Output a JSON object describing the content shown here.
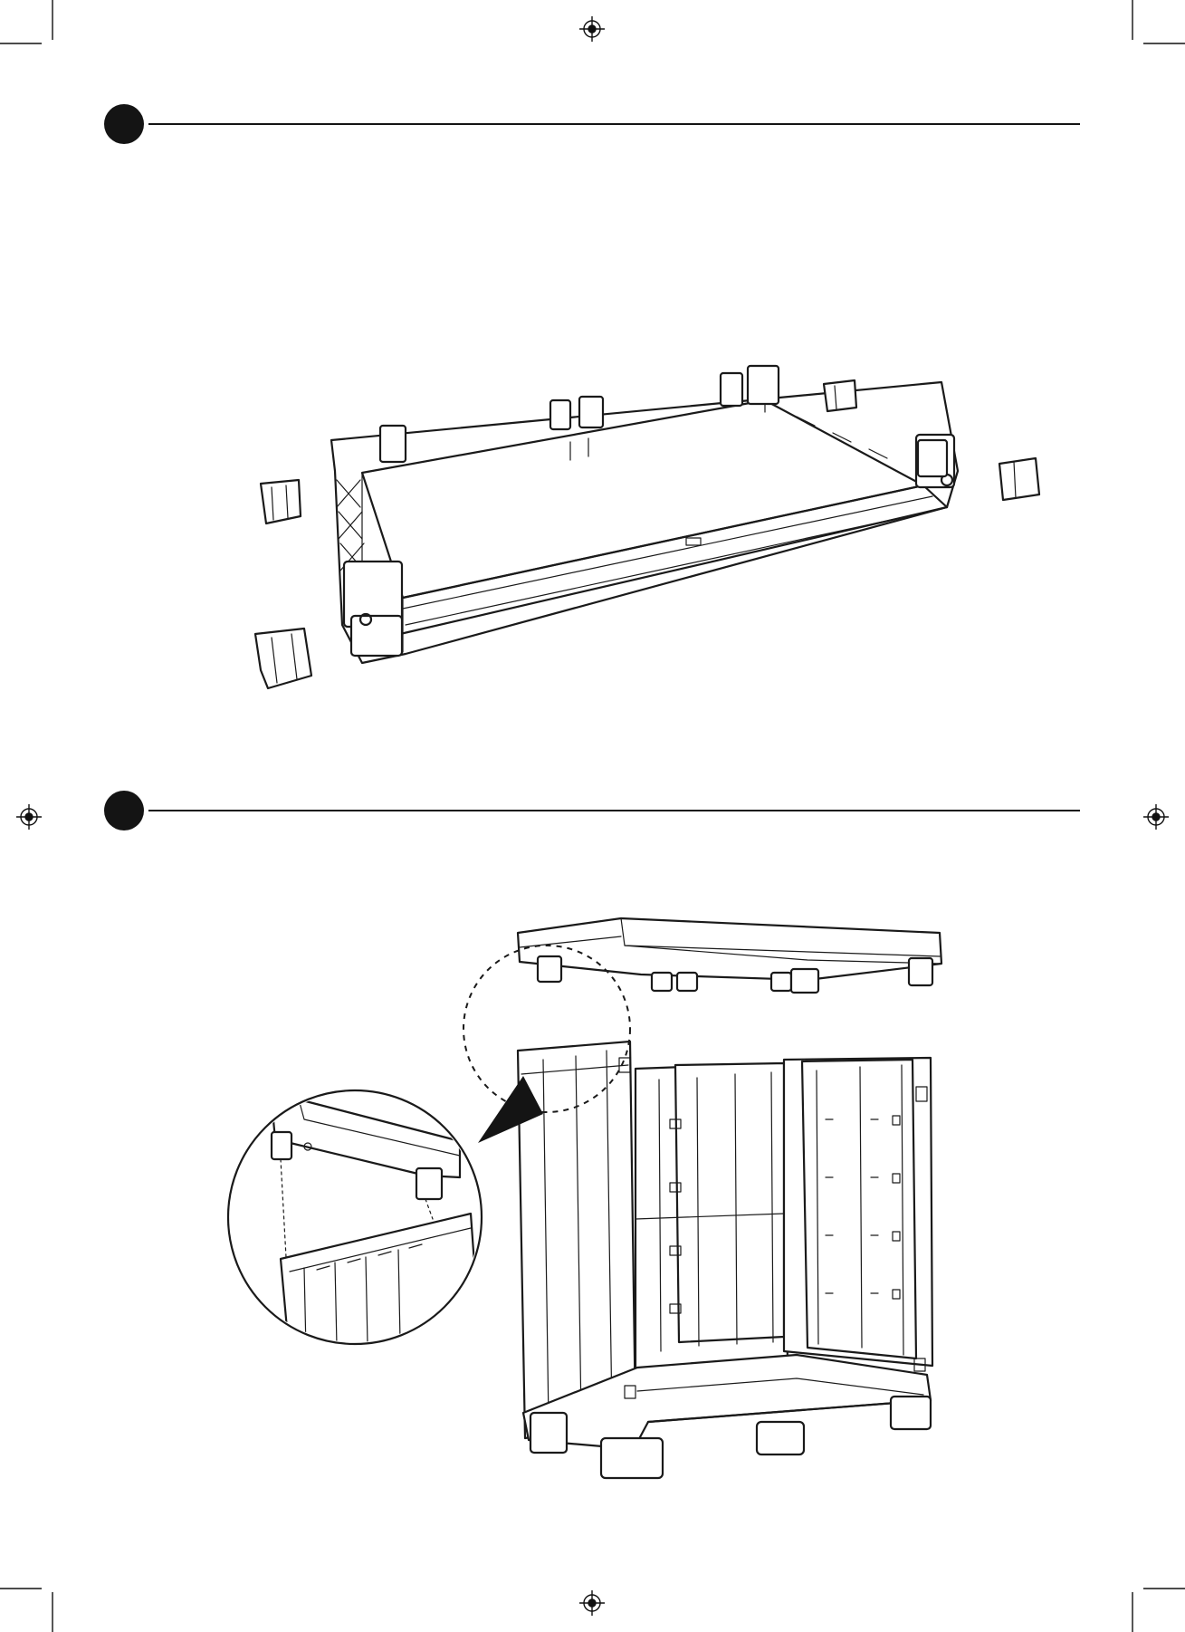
{
  "document": {
    "type": "assembly-instructions",
    "steps": [
      {
        "id": "step-1",
        "label": ""
      },
      {
        "id": "step-2",
        "label": ""
      }
    ]
  }
}
